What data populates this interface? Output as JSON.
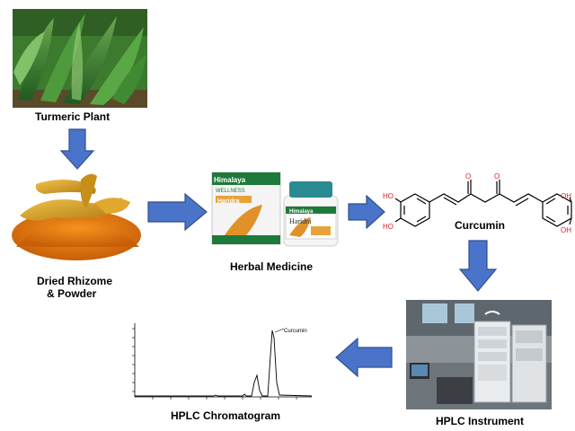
{
  "stages": {
    "plant": {
      "label": "Turmeric Plant"
    },
    "rhizome": {
      "label_line1": "Dried Rhizome",
      "label_line2": "& Powder"
    },
    "medicine": {
      "label": "Herbal Medicine",
      "box_brand": "Himalaya",
      "box_sub": "WELLNESS",
      "box_product": "Haridra",
      "bottle_brand": "Himalaya",
      "bottle_product": "Haridra"
    },
    "compound": {
      "label": "Curcumin",
      "atoms": {
        "O": "O",
        "HO": "HO",
        "OH": "OH"
      }
    },
    "instrument": {
      "label": "HPLC Instrument"
    },
    "chromatogram": {
      "label": "HPLC Chromatogram",
      "peak_label": "Curcumin"
    }
  },
  "colors": {
    "arrow_fill": "#4a74c9",
    "arrow_stroke": "#2f4f8f",
    "heteroatom": "#e02020",
    "powder": "#e07a10",
    "rhizome": "#d9a11e"
  }
}
